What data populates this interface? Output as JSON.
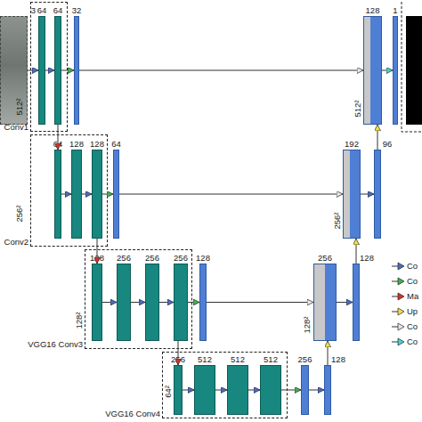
{
  "diagram": {
    "nodes": [
      {
        "text": [
          "3"
        ]
      },
      {
        "text": [
          "Conv1"
        ]
      },
      {
        "text": [
          "64"
        ],
        "in": 1
      },
      {
        "text": [
          "64"
        ],
        "in": 1
      },
      {
        "text": [
          "32"
        ]
      },
      {
        "text": [
          "128"
        ]
      },
      {
        "text": [
          "1"
        ]
      },
      {
        "text": [
          "Conv2"
        ]
      },
      {
        "text": [
          "64"
        ],
        "in": 7
      },
      {
        "text": [
          "128"
        ],
        "in": 7
      },
      {
        "text": [
          "128"
        ],
        "in": 7
      },
      {
        "text": [
          "64"
        ]
      },
      {
        "text": [
          "192"
        ]
      },
      {
        "text": [
          "96"
        ]
      },
      {
        "text": [
          "VGG16 Conv3"
        ]
      },
      {
        "text": [
          "128"
        ],
        "in": 14
      },
      {
        "text": [
          "256"
        ],
        "in": 14
      },
      {
        "text": [
          "256"
        ],
        "in": 14
      },
      {
        "text": [
          "256"
        ],
        "in": 14
      },
      {
        "text": [
          "128"
        ]
      },
      {
        "text": [
          "256"
        ]
      },
      {
        "text": [
          "128"
        ]
      },
      {
        "text": [
          "VGG16 Conv4"
        ]
      },
      {
        "text": [
          "256"
        ],
        "in": 22
      },
      {
        "text": [
          "512"
        ],
        "in": 22
      },
      {
        "text": [
          "512"
        ],
        "in": 22
      },
      {
        "text": [
          "512"
        ],
        "in": 22
      },
      {
        "text": [
          "256"
        ]
      },
      {
        "text": [
          "128"
        ]
      }
    ],
    "edges": [
      {
        "from": 0,
        "to": 2,
        "arrow": "to"
      },
      {
        "from": 2,
        "to": 3,
        "arrow": "to"
      },
      {
        "from": 3,
        "to": 4,
        "arrow": "to"
      },
      {
        "from": 4,
        "to": 5,
        "arrow": "to"
      },
      {
        "from": 5,
        "to": 6,
        "arrow": "to"
      },
      {
        "from": 3,
        "to": 8,
        "arrow": "to"
      },
      {
        "from": 8,
        "to": 9,
        "arrow": "to"
      },
      {
        "from": 9,
        "to": 10,
        "arrow": "to"
      },
      {
        "from": 10,
        "to": 11,
        "arrow": "to"
      },
      {
        "from": 11,
        "to": 12,
        "arrow": "to"
      },
      {
        "from": 12,
        "to": 13,
        "arrow": "to"
      },
      {
        "from": 13,
        "to": 5,
        "arrow": "to"
      },
      {
        "from": 10,
        "to": 15,
        "arrow": "to"
      },
      {
        "from": 15,
        "to": 16,
        "arrow": "to"
      },
      {
        "from": 16,
        "to": 17,
        "arrow": "to"
      },
      {
        "from": 17,
        "to": 18,
        "arrow": "to"
      },
      {
        "from": 18,
        "to": 19,
        "arrow": "to"
      },
      {
        "from": 19,
        "to": 20,
        "arrow": "to"
      },
      {
        "from": 20,
        "to": 21,
        "arrow": "to"
      },
      {
        "from": 21,
        "to": 12,
        "arrow": "to"
      },
      {
        "from": 18,
        "to": 23,
        "arrow": "to"
      },
      {
        "from": 23,
        "to": 24,
        "arrow": "to"
      },
      {
        "from": 24,
        "to": 25,
        "arrow": "to"
      },
      {
        "from": 25,
        "to": 26,
        "arrow": "to"
      },
      {
        "from": 26,
        "to": 27,
        "arrow": "to"
      },
      {
        "from": 27,
        "to": 28,
        "arrow": "to"
      },
      {
        "from": 28,
        "to": 20,
        "arrow": "to"
      }
    ],
    "labels": [
      "512²",
      "512²",
      "256²",
      "256²",
      "128²",
      "128²",
      "64²"
    ],
    "legend": [
      {
        "text": "Co"
      },
      {
        "text": "Co"
      },
      {
        "text": "Ma"
      },
      {
        "text": "Up"
      },
      {
        "text": "Co"
      },
      {
        "text": "Co"
      }
    ]
  }
}
